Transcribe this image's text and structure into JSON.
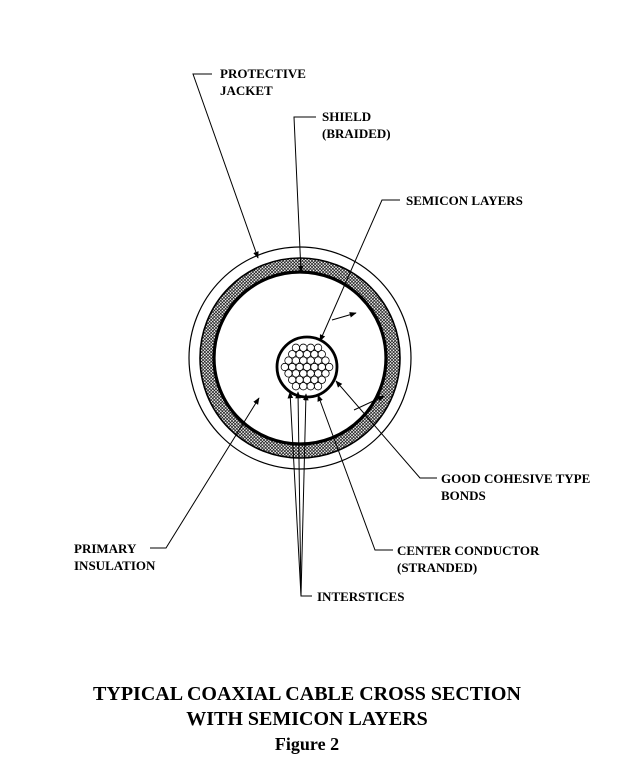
{
  "labels": {
    "protective_jacket": [
      "PROTECTIVE",
      "JACKET"
    ],
    "shield": [
      "SHIELD",
      "(BRAIDED)"
    ],
    "semicon_layers": "SEMICON LAYERS",
    "good_cohesive_bonds": [
      "GOOD COHESIVE TYPE",
      "BONDS"
    ],
    "primary_insulation": [
      "PRIMARY",
      "INSULATION"
    ],
    "center_conductor": [
      "CENTER CONDUCTOR",
      "(STRANDED)"
    ],
    "interstices": "INTERSTICES"
  },
  "caption": {
    "line1": "TYPICAL COAXIAL CABLE CROSS SECTION",
    "line2": "WITH SEMICON LAYERS",
    "figure": "Figure 2"
  },
  "colors": {
    "ink": "#000000",
    "paper": "#ffffff",
    "braid": "#8c8c8c"
  }
}
